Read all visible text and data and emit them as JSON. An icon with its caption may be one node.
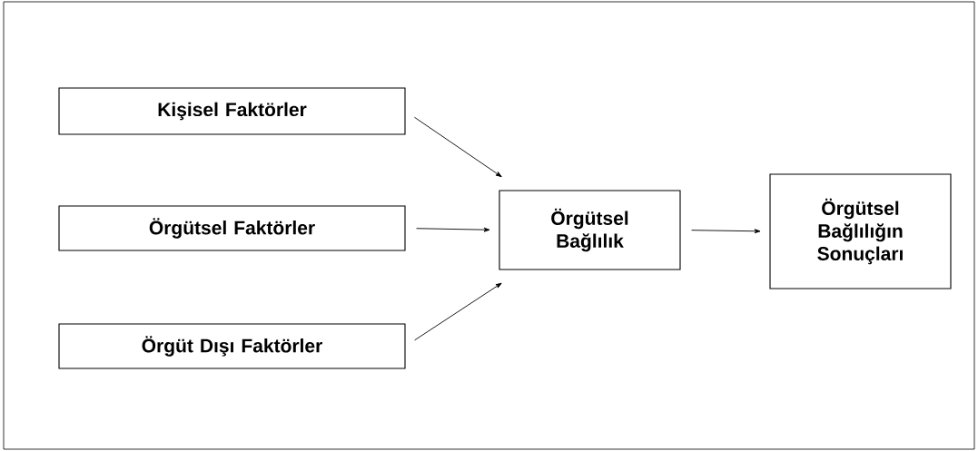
{
  "diagram": {
    "nodes": [
      {
        "text": [
          "Kişisel Faktörler"
        ]
      },
      {
        "text": [
          "Örgütsel Faktörler"
        ]
      },
      {
        "text": [
          "Örgüt Dışı Faktörler"
        ]
      },
      {
        "text": [
          "Örgütsel Bağlılık"
        ]
      },
      {
        "text": [
          "Örgütsel Bağlılığın Sonuçları"
        ]
      }
    ],
    "edges": [
      {
        "from": 0,
        "to": 3,
        "arrow": "to"
      },
      {
        "from": 1,
        "to": 3,
        "arrow": "to"
      },
      {
        "from": 2,
        "to": 3,
        "arrow": "to"
      },
      {
        "from": 3,
        "to": 4,
        "arrow": "to"
      }
    ]
  }
}
